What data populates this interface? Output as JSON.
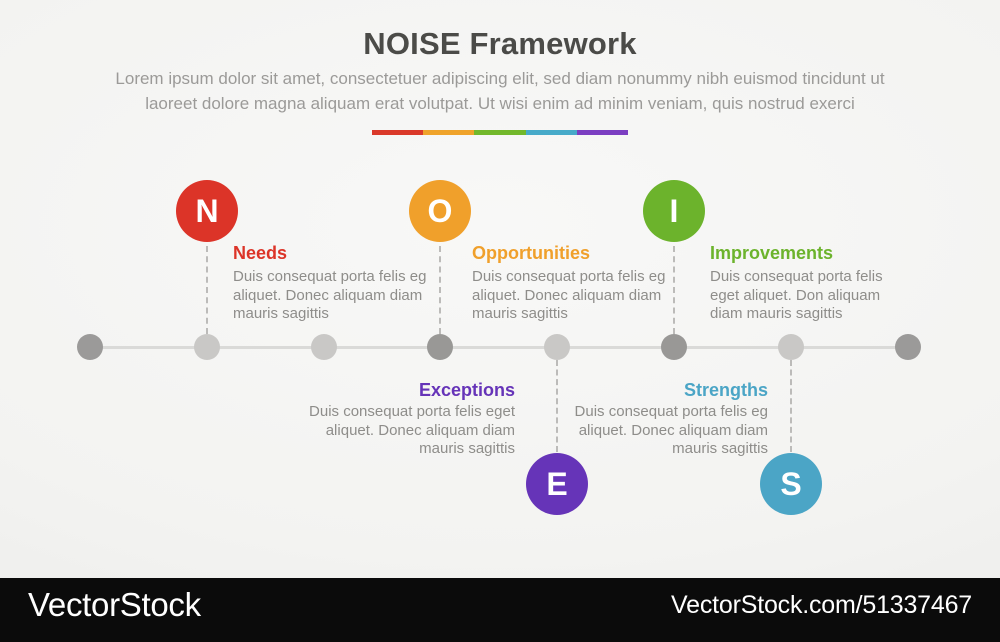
{
  "header": {
    "title": "NOISE Framework",
    "subtitle_line1": "Lorem ipsum dolor sit amet, consectetuer adipiscing elit, sed diam nonummy nibh euismod tincidunt ut",
    "subtitle_line2": "laoreet dolore magna aliquam erat volutpat. Ut wisi enim ad minim veniam, quis nostrud exerci",
    "divider_colors": [
      "#da392a",
      "#efa32b",
      "#72b82b",
      "#47aac9",
      "#7b3ec1"
    ]
  },
  "items": [
    {
      "letter": "N",
      "label": "Needs",
      "color": "#dc3428",
      "desc_lines": [
        "Duis consequat porta felis eg",
        "aliquet. Donec aliquam diam",
        "mauris sagittis"
      ]
    },
    {
      "letter": "O",
      "label": "Opportunities",
      "color": "#f0a02b",
      "desc_lines": [
        "Duis consequat porta felis eg",
        "aliquet. Donec aliquam diam",
        "mauris sagittis"
      ]
    },
    {
      "letter": "I",
      "label": "Improvements",
      "color": "#6cb32c",
      "desc_lines": [
        "Duis consequat porta felis",
        "eget aliquet. Don aliquam",
        "diam mauris sagittis"
      ]
    },
    {
      "letter": "E",
      "label": "Exceptions",
      "color": "#6634b8",
      "desc_lines": [
        "Duis consequat porta felis eget",
        "aliquet. Donec aliquam diam",
        "mauris sagittis"
      ]
    },
    {
      "letter": "S",
      "label": "Strengths",
      "color": "#4ba5c6",
      "desc_lines": [
        "Duis consequat porta felis eg",
        "aliquet. Donec aliquam diam",
        "mauris sagittis"
      ]
    }
  ],
  "timeline": {
    "dot_colors": [
      "#9b9a99",
      "#c9c8c6",
      "#c9c8c6",
      "#999896",
      "#c9c8c6",
      "#999896",
      "#c9c8c6",
      "#9b9a99"
    ]
  },
  "footer": {
    "brand": "VectorStock",
    "credit": "VectorStock.com/51337467"
  }
}
